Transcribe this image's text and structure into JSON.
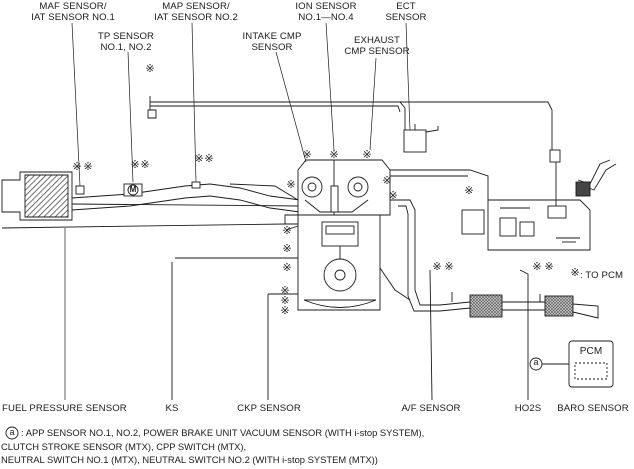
{
  "labels": {
    "maf": "MAF SENSOR/\nIAT SENSOR NO.1",
    "tp": "TP SENSOR\nNO.1, NO.2",
    "map": "MAP SENSOR/\nIAT SENSOR NO.2",
    "intake_cmp": "INTAKE CMP\nSENSOR",
    "ion": "ION SENSOR\nNO.1—NO.4",
    "exhaust_cmp": "EXHAUST\nCMP SENSOR",
    "ect": "ECT\nSENSOR",
    "to_pcm": ": TO PCM",
    "fuel_pressure": "FUEL PRESSURE SENSOR",
    "ks": "KS",
    "ckp": "CKP SENSOR",
    "af": "A/F SENSOR",
    "ho2s": "HO2S",
    "baro": "BARO SENSOR",
    "pcm": "PCM",
    "callout_letter": "a",
    "asterisk": "※",
    "throttle_mark": "M"
  },
  "footnote": {
    "letter": "a",
    "line1": ": APP SENSOR NO.1, NO.2, POWER BRAKE UNIT VACUUM SENSOR (WITH i-stop SYSTEM),",
    "line2": "CLUTCH STROKE SENSOR (MTX), CPP SWITCH (MTX),",
    "line3": "NEUTRAL SWITCH NO.1 (MTX), NEUTRAL SWITCH NO.2 (WITH i-stop SYSTEM (MTX))"
  }
}
